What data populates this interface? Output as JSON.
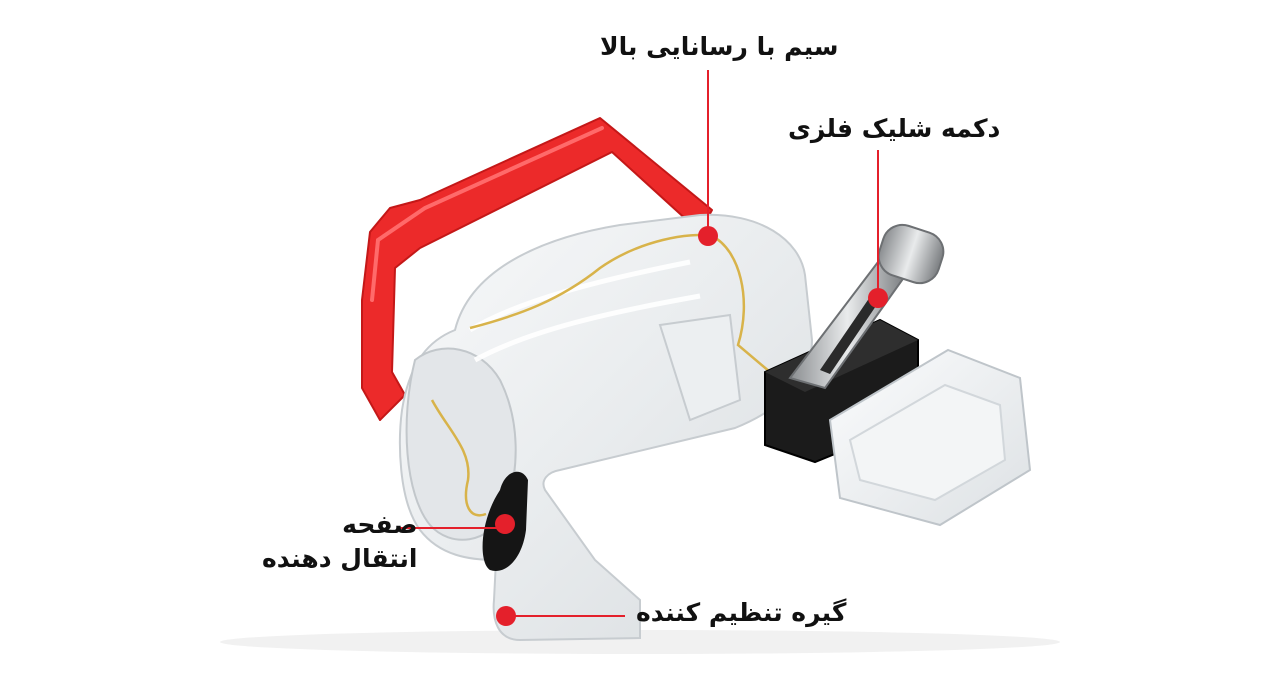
{
  "callouts": {
    "wire": {
      "text": "سیم با رسانایی بالا"
    },
    "button": {
      "text": "دکمه شلیک فلزی"
    },
    "pad": {
      "line1": "صفحه",
      "line2": "انتقال دهنده"
    },
    "clip": {
      "text": "گیره تنظیم کننده"
    }
  },
  "colors": {
    "accent": "#e4202b",
    "handle": "#ec2a2a",
    "body_clear": "#eef0f2",
    "wire": "#d8b34a",
    "switch_black": "#1b1b1b",
    "pad_black": "#151515",
    "label_text": "#111111"
  }
}
